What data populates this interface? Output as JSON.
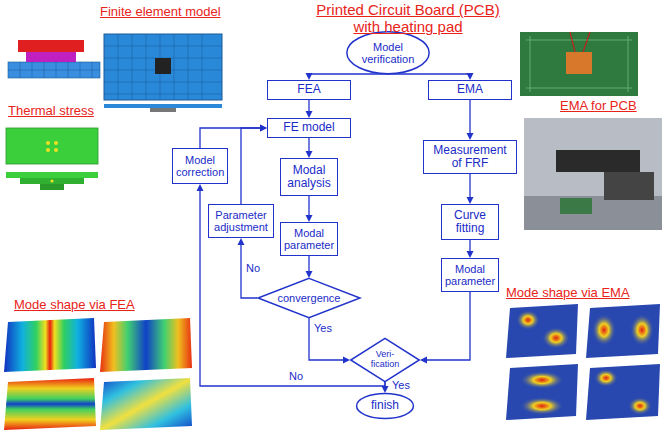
{
  "diagram": {
    "nodes": [
      {
        "text": [
          "Model verification"
        ]
      },
      {
        "text": [
          "FEA"
        ]
      },
      {
        "text": [
          "EMA"
        ]
      },
      {
        "text": [
          "FE model"
        ]
      },
      {
        "text": [
          "Measurement of FRF"
        ]
      },
      {
        "text": [
          "Model correction"
        ]
      },
      {
        "text": [
          "Modal analysis"
        ]
      },
      {
        "text": [
          "Curve fitting"
        ]
      },
      {
        "text": [
          "Parameter adjustment"
        ]
      },
      {
        "text": [
          "Modal parameter"
        ]
      },
      {
        "text": [
          "Modal parameter"
        ]
      },
      {
        "text": [
          "convergence"
        ]
      },
      {
        "text": [
          "Veri- fication"
        ]
      },
      {
        "text": [
          "finish"
        ]
      }
    ],
    "edges": [
      {
        "from": 0,
        "to": 1,
        "arrow": "to"
      },
      {
        "from": 0,
        "to": 2,
        "arrow": "to"
      },
      {
        "from": 1,
        "to": 3,
        "arrow": "to"
      },
      {
        "from": 2,
        "to": 4,
        "arrow": "to"
      },
      {
        "from": 3,
        "to": 6,
        "arrow": "to"
      },
      {
        "from": 6,
        "to": 9,
        "arrow": "to"
      },
      {
        "from": 9,
        "to": 11,
        "arrow": "to"
      },
      {
        "from": 11,
        "to": 8,
        "label": "No",
        "arrow": "to"
      },
      {
        "from": 8,
        "to": 3,
        "arrow": "to"
      },
      {
        "from": 5,
        "to": 3,
        "arrow": "to"
      },
      {
        "from": 4,
        "to": 7,
        "arrow": "to"
      },
      {
        "from": 7,
        "to": 10,
        "arrow": "to"
      },
      {
        "from": 11,
        "to": 12,
        "label": "Yes",
        "arrow": "to"
      },
      {
        "from": 10,
        "to": 12,
        "arrow": "to"
      },
      {
        "from": 12,
        "to": 5,
        "label": "No",
        "arrow": "to"
      },
      {
        "from": 12,
        "to": 13,
        "label": "Yes",
        "arrow": "to"
      }
    ],
    "labels": [
      "Printed Circuit Board (PCB) with heating pad",
      "Finite element model",
      "Thermal stress",
      "EMA for PCB",
      "Mode shape via FEA",
      "Mode shape via EMA"
    ]
  }
}
